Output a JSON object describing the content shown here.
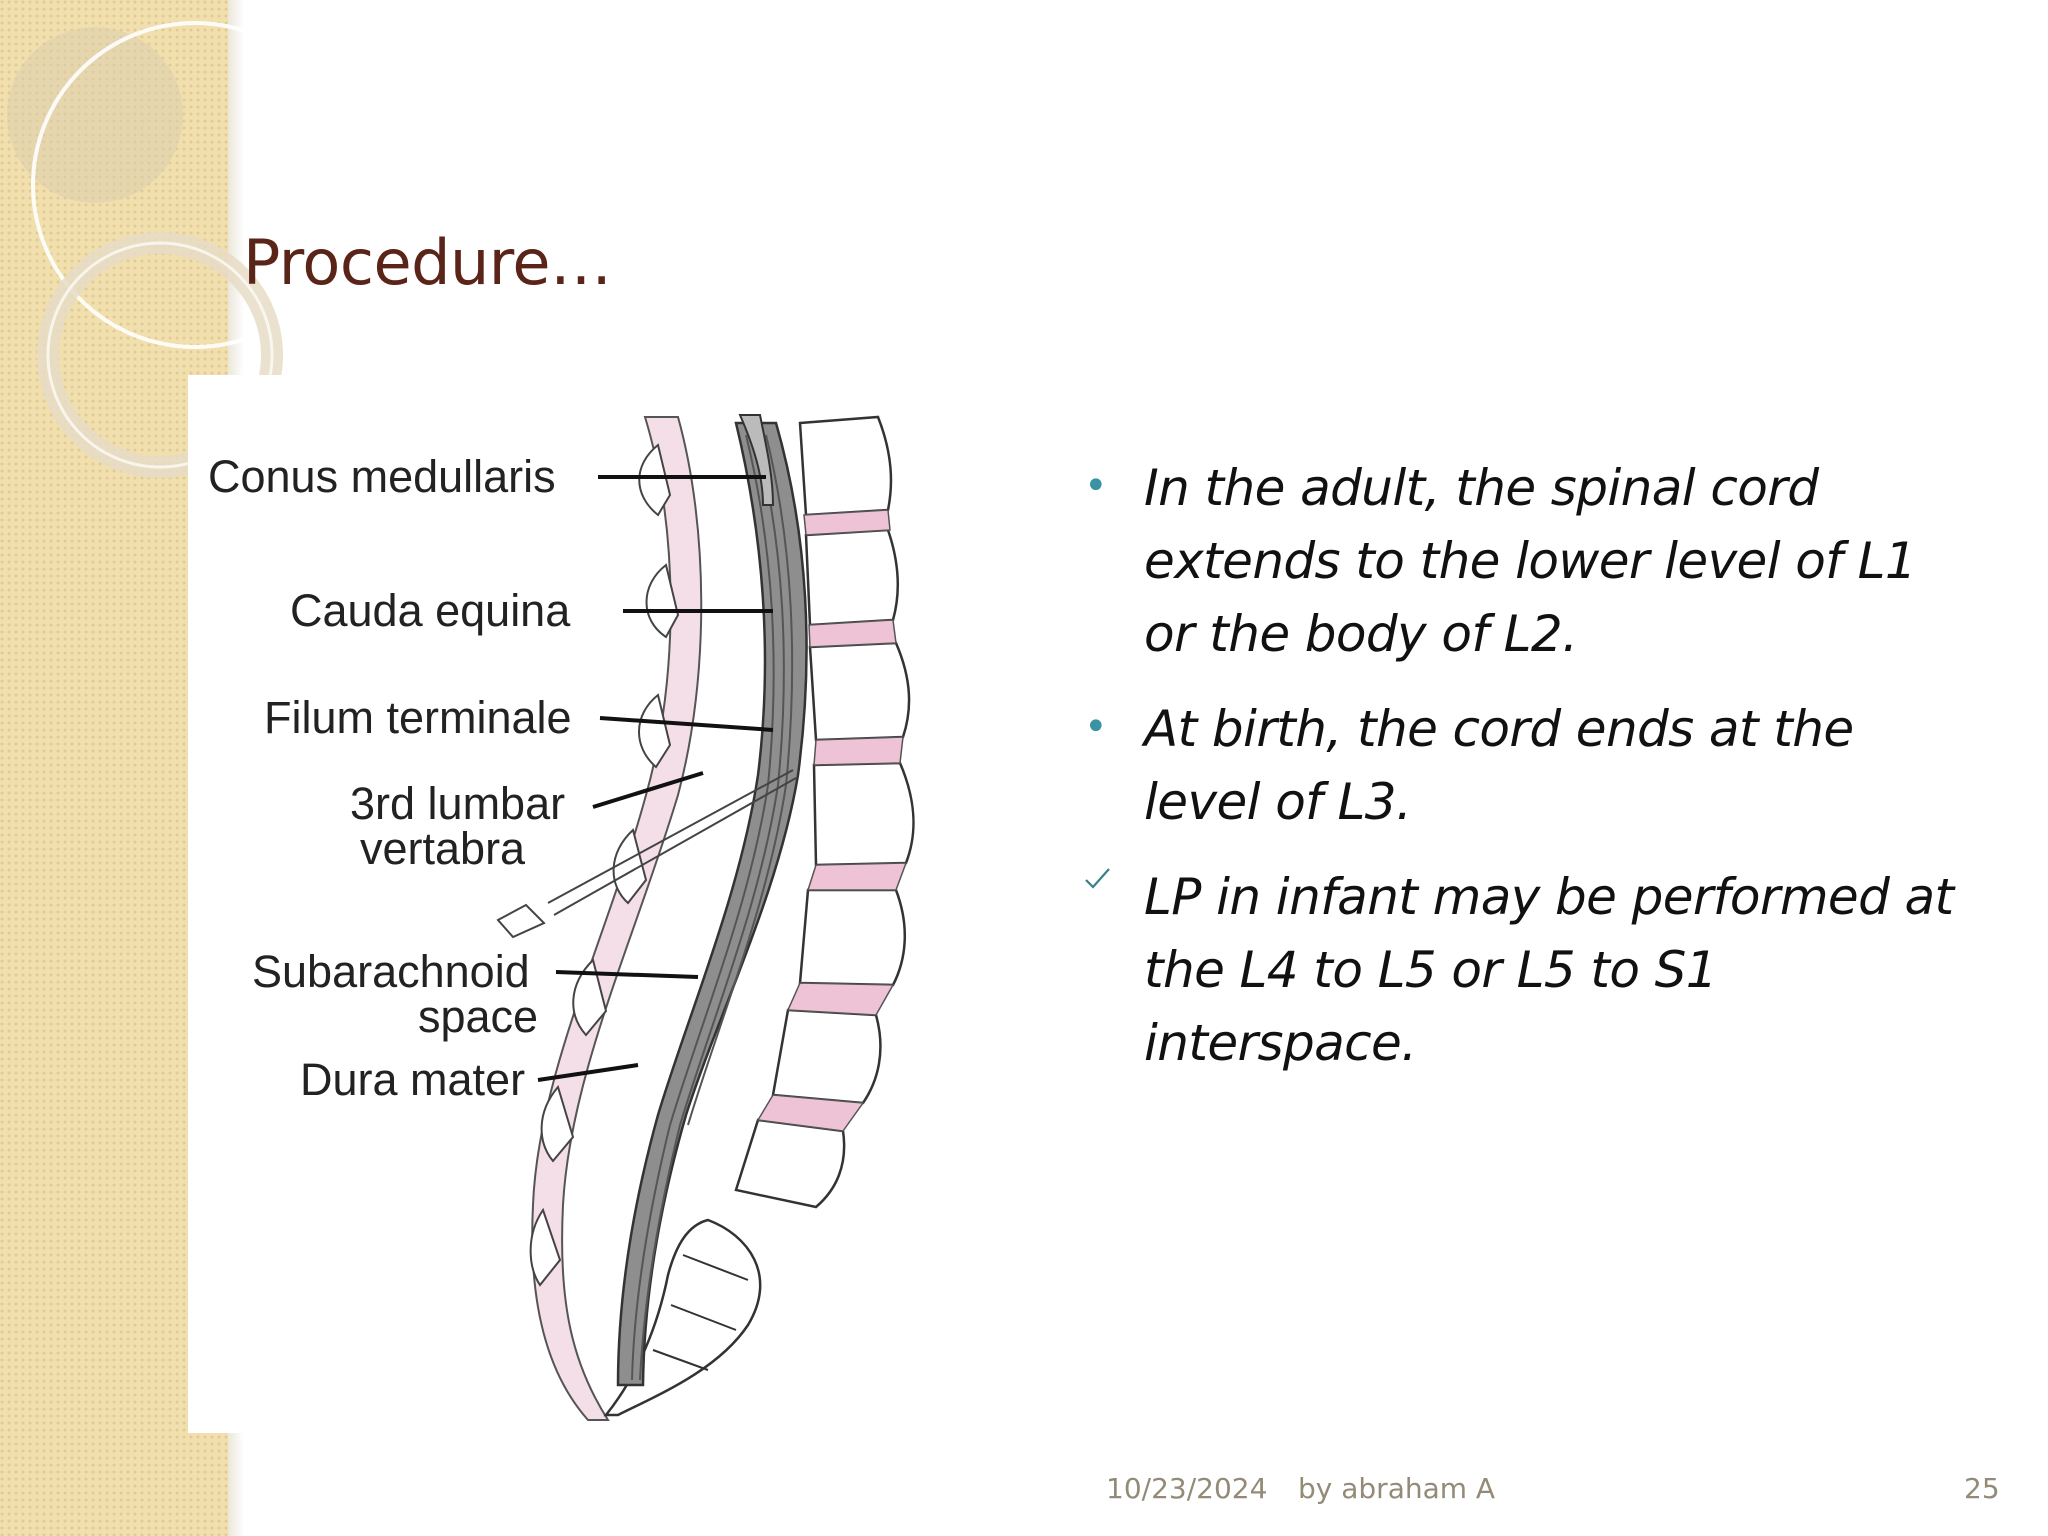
{
  "slide": {
    "title": "Procedure…",
    "figure": {
      "labels": {
        "conus": "Conus medullaris",
        "cauda": "Cauda equina",
        "filum": "Filum terminale",
        "lumbar_1": "3rd lumbar",
        "lumbar_2": "vertabra",
        "subarach_1": "Subarachnoid",
        "subarach_2": "space",
        "dura": "Dura mater"
      }
    },
    "bullets": [
      {
        "marker": "•",
        "text": "In the adult, the spinal cord extends to the lower level of L1 or the body of L2."
      },
      {
        "marker": "•",
        "text": "At birth, the cord ends at the level of L3."
      },
      {
        "marker": "check",
        "text": "LP in infant may be performed at the L4 to L5 or L5 to S1 interspace."
      }
    ],
    "footer": {
      "date": "10/23/2024",
      "author": "by abraham A",
      "page_number": "25"
    },
    "colors": {
      "title": "#5a2518",
      "bullet_marker": "#3a93a3",
      "side_strip": "#f1dfae",
      "footer_text": "#948a78"
    }
  }
}
